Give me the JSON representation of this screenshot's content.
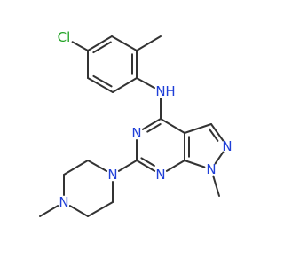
{
  "molecule": {
    "atoms": [
      {
        "id": "Cl",
        "label": "Cl",
        "color": "#22a325"
      },
      {
        "id": "C1",
        "label": ""
      },
      {
        "id": "C2",
        "label": ""
      },
      {
        "id": "C3",
        "label": ""
      },
      {
        "id": "C4",
        "label": ""
      },
      {
        "id": "C5",
        "label": ""
      },
      {
        "id": "C6",
        "label": ""
      },
      {
        "id": "Me1",
        "label": ""
      },
      {
        "id": "NH",
        "label": "N",
        "sub": "H",
        "color": "#1f3fd8"
      },
      {
        "id": "C7",
        "label": ""
      },
      {
        "id": "N2",
        "label": "N",
        "color": "#1f3fd8"
      },
      {
        "id": "C8",
        "label": ""
      },
      {
        "id": "N3",
        "label": "N",
        "color": "#1f3fd8"
      },
      {
        "id": "C9",
        "label": ""
      },
      {
        "id": "C10",
        "label": ""
      },
      {
        "id": "C11",
        "label": ""
      },
      {
        "id": "N4",
        "label": "N",
        "color": "#1f3fd8"
      },
      {
        "id": "N5",
        "label": "N",
        "color": "#1f3fd8"
      },
      {
        "id": "Me2",
        "label": ""
      },
      {
        "id": "Npip1",
        "label": "N",
        "color": "#1f3fd8"
      },
      {
        "id": "P1",
        "label": ""
      },
      {
        "id": "P2",
        "label": ""
      },
      {
        "id": "Npip2",
        "label": "N",
        "color": "#1f3fd8"
      },
      {
        "id": "P3",
        "label": ""
      },
      {
        "id": "P4",
        "label": ""
      },
      {
        "id": "Me3",
        "label": ""
      }
    ],
    "bonds": [
      {
        "a": "Cl",
        "b": "C1",
        "order": 1
      },
      {
        "a": "C1",
        "b": "C2",
        "order": 2
      },
      {
        "a": "C2",
        "b": "C3",
        "order": 1
      },
      {
        "a": "C3",
        "b": "Me1",
        "order": 1
      },
      {
        "a": "C3",
        "b": "C4",
        "order": 2
      },
      {
        "a": "C4",
        "b": "C5",
        "order": 1
      },
      {
        "a": "C5",
        "b": "C6",
        "order": 2
      },
      {
        "a": "C6",
        "b": "C1",
        "order": 1
      },
      {
        "a": "C4",
        "b": "NH",
        "order": 1
      },
      {
        "a": "NH",
        "b": "C7",
        "order": 1
      },
      {
        "a": "C7",
        "b": "N2",
        "order": 2
      },
      {
        "a": "N2",
        "b": "C8",
        "order": 1
      },
      {
        "a": "C8",
        "b": "N3",
        "order": 2
      },
      {
        "a": "N3",
        "b": "C9",
        "order": 1
      },
      {
        "a": "C9",
        "b": "C10",
        "order": 2
      },
      {
        "a": "C10",
        "b": "C7",
        "order": 1
      },
      {
        "a": "C10",
        "b": "C11",
        "order": 1
      },
      {
        "a": "C11",
        "b": "N4",
        "order": 2
      },
      {
        "a": "N4",
        "b": "N5",
        "order": 1
      },
      {
        "a": "N5",
        "b": "C9",
        "order": 1
      },
      {
        "a": "N5",
        "b": "Me2",
        "order": 1
      },
      {
        "a": "C8",
        "b": "Npip1",
        "order": 1
      },
      {
        "a": "Npip1",
        "b": "P1",
        "order": 1
      },
      {
        "a": "P1",
        "b": "P2",
        "order": 1
      },
      {
        "a": "P2",
        "b": "Npip2",
        "order": 1
      },
      {
        "a": "Npip2",
        "b": "P3",
        "order": 1
      },
      {
        "a": "P3",
        "b": "P4",
        "order": 1
      },
      {
        "a": "P4",
        "b": "Npip1",
        "order": 1
      },
      {
        "a": "Npip2",
        "b": "Me3",
        "order": 1
      }
    ]
  }
}
